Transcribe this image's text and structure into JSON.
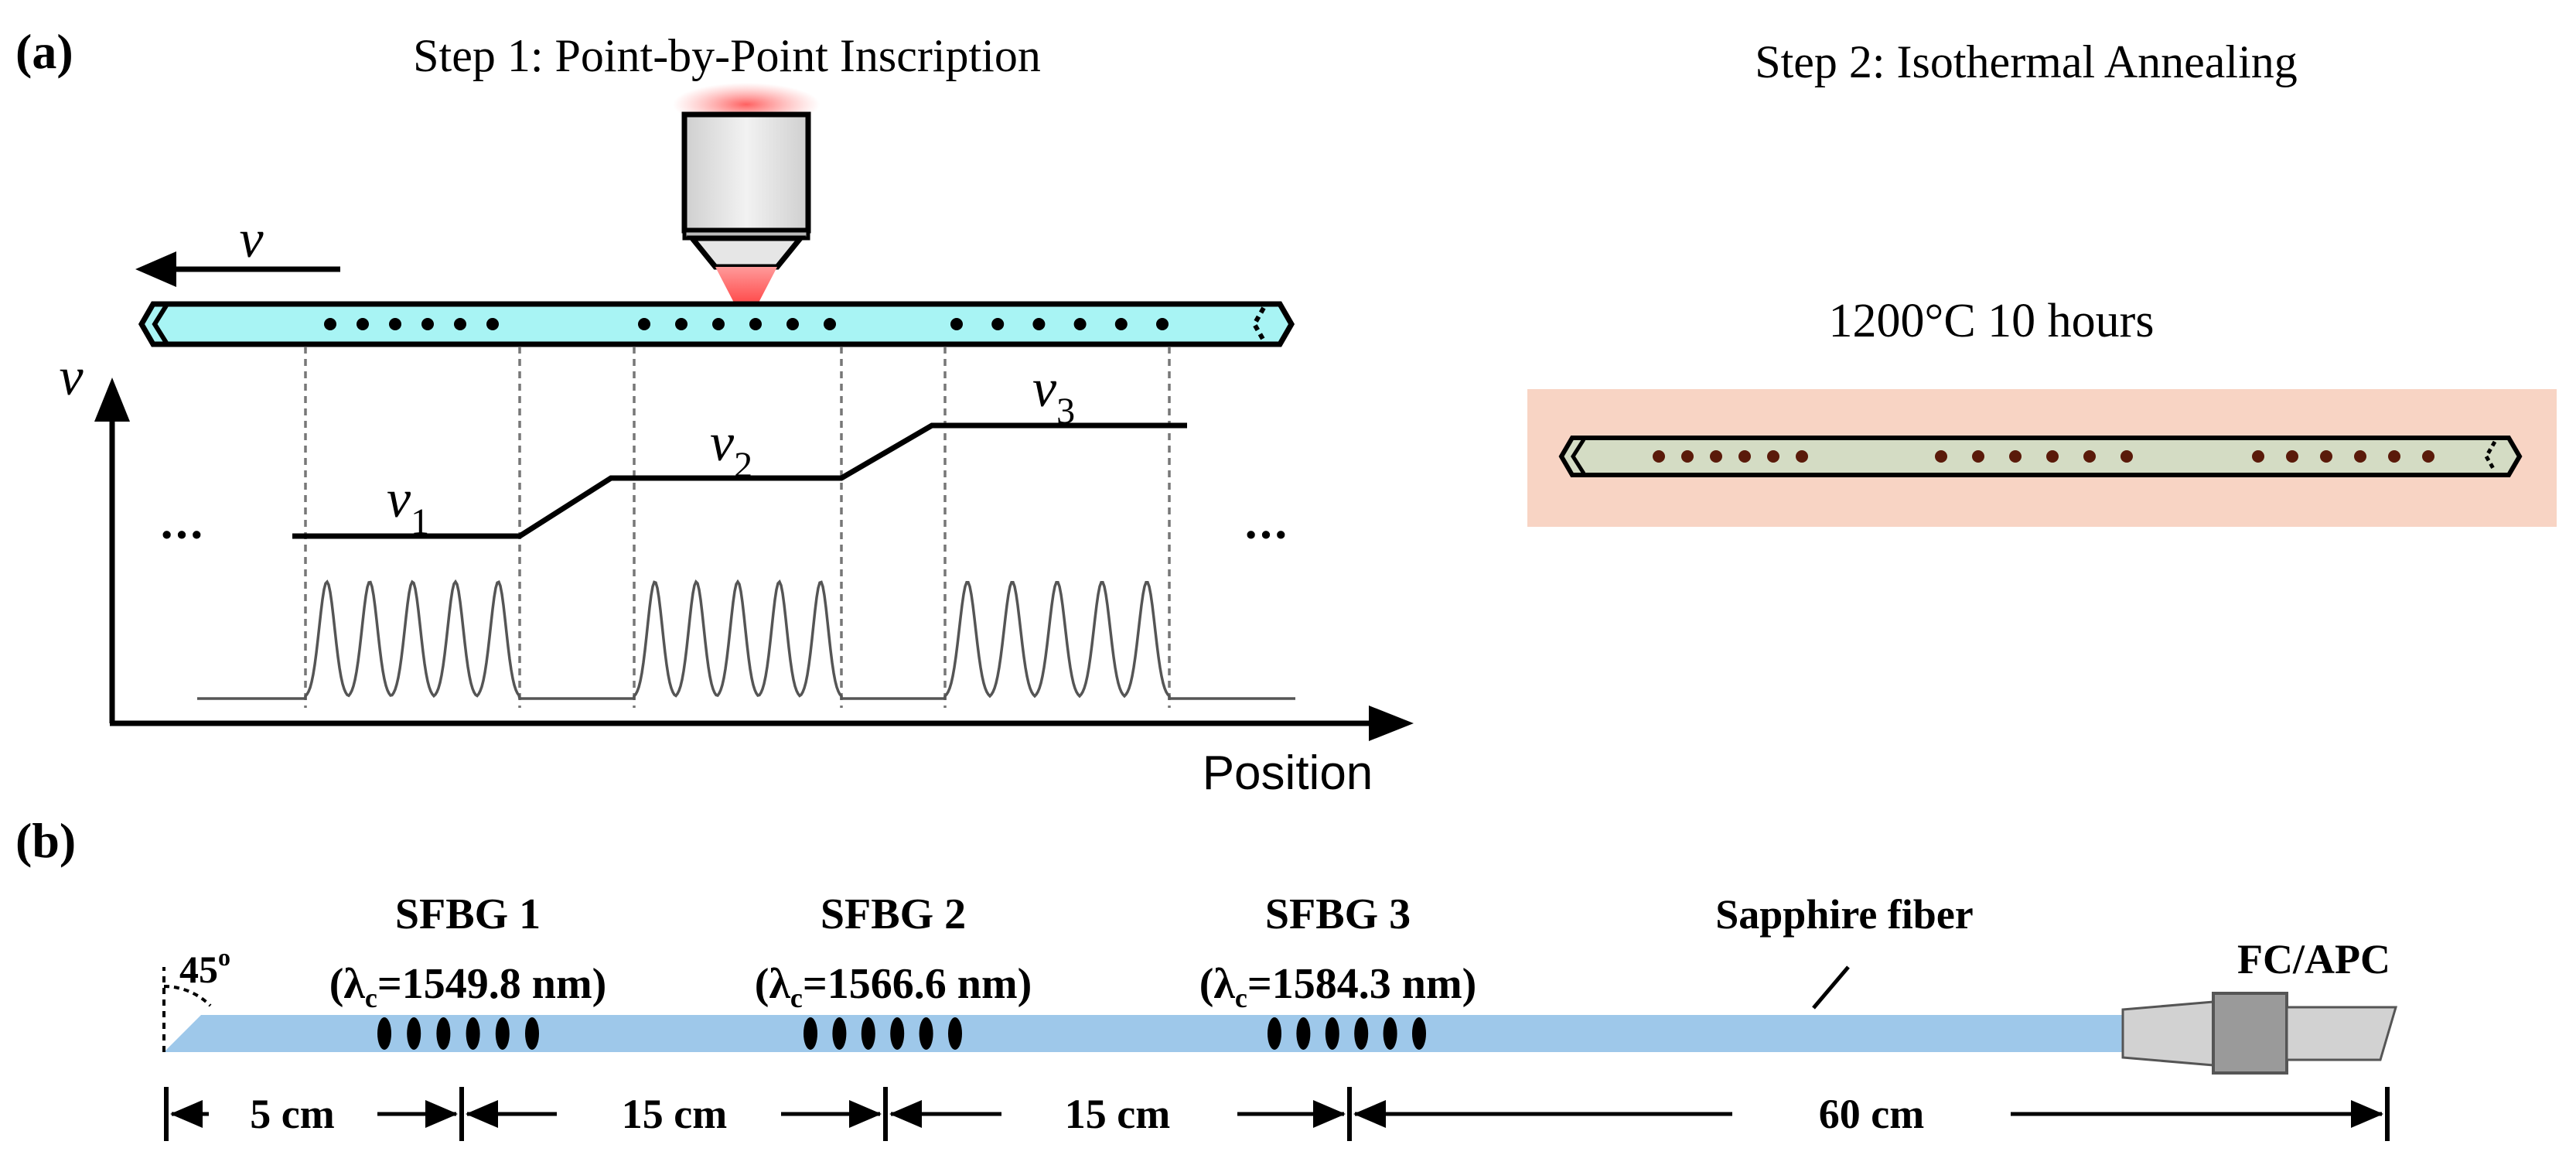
{
  "panel_a": {
    "label": "(a)",
    "step1_title": "Step 1: Point-by-Point Inscription",
    "step2_title": "Step 2: Isothermal Annealing",
    "velocity_arrow_label": "v",
    "y_axis_label": "v",
    "x_axis_label": "Position",
    "ellipsis": "•••",
    "velocities": [
      {
        "symbol": "v",
        "subscript": "1"
      },
      {
        "symbol": "v",
        "subscript": "2"
      },
      {
        "symbol": "v",
        "subscript": "3"
      }
    ],
    "annealing_condition": "1200°C 10 hours",
    "colors": {
      "fiber_fill": "#a8f4f4",
      "laser": "#ff4040",
      "annealed_background": "#f8d4c4",
      "annealed_fiber": "#d4dcc4",
      "annealed_dots": "#5a1a0a"
    }
  },
  "panel_b": {
    "label": "(b)",
    "angle_label": "45",
    "angle_unit": "o",
    "gratings": [
      {
        "name": "SFBG 1",
        "lambda_symbol": "λ",
        "lambda_sub": "c",
        "value": "=1549.8 nm"
      },
      {
        "name": "SFBG 2",
        "lambda_symbol": "λ",
        "lambda_sub": "c",
        "value": "=1566.6 nm"
      },
      {
        "name": "SFBG 3",
        "lambda_symbol": "λ",
        "lambda_sub": "c",
        "value": "=1584.3 nm"
      }
    ],
    "fiber_label": "Sapphire fiber",
    "connector_label": "FC/APC",
    "distances": [
      "5 cm",
      "15 cm",
      "15 cm",
      "60 cm"
    ],
    "colors": {
      "fiber": "#9ec8ea",
      "connector_body": "#d2d2d2",
      "connector_nut": "#9a9a9a"
    }
  }
}
